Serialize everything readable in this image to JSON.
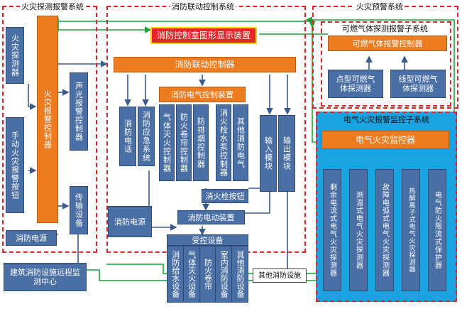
{
  "regions": {
    "detection": "火灾探测报警系统",
    "linkage": "消防联动控制系统",
    "early_warning": "火灾预警系统",
    "gas_subsystem": "可燃气体探测报警子系统",
    "electrical_subsystem": "电气火灾报警监控子系统"
  },
  "boxes": {
    "fire_detector": "火灾探测器",
    "manual_alarm_button": "手动火灾报警按钮",
    "fire_alarm_controller": "火灾报警控制器",
    "sound_light_alarm": "声光报警控制器",
    "transmission_device": "传输设备",
    "fire_power_left": "消防电源",
    "remote_monitor_center": "建筑消防设施远程监测中心",
    "graphic_display": "消防控制室图形显示装置",
    "linkage_controller": "消防联动控制器",
    "fire_phone": "消防电话",
    "emergency_broadcast": "消防应急系统",
    "electric_control_device": "消防电气控制装置",
    "gas_extinguish_ctrl": "气体灭火控制器",
    "shutter_ctrl": "防火卷帘控制器",
    "smoke_exhaust_ctrl": "防排烟控制器",
    "hydrant_pump_ctrl": "消火栓水泵控制器",
    "other_electric": "其他消防电气",
    "input_module": "输入模块",
    "output_module": "输出模块",
    "hydrant_button": "消火栓按钮",
    "fire_power_mid": "消防电源",
    "power_drive_device": "消防电动装置",
    "controlled_equipment": "受控设备",
    "other_facilities": "其他消防设施",
    "gas_alarm_controller": "可燃气体报警控制器",
    "point_gas_detector": "点型可燃气体探测器",
    "line_gas_detector": "线型可燃气体探测器",
    "electrical_fire_monitor": "电气火灾监控器"
  },
  "controlled_items": [
    "消防给水设备",
    "气体灭火设备",
    "防火卷帘",
    "室内消防设备",
    "其他消防设备"
  ],
  "electrical_detectors": [
    "剩余电流式电气火灾探测器",
    "测温式电气火灾探测器",
    "故障电弧式电气火灾探测器",
    "热解离子式电气火灾探测器",
    "电气防火限流式保护器"
  ]
}
